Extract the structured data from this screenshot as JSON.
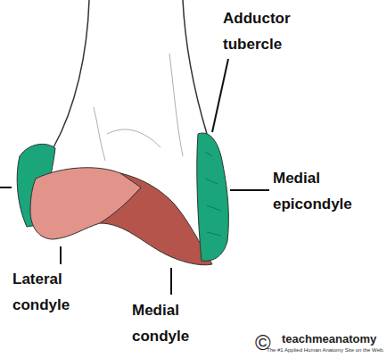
{
  "diagram": {
    "labels": [
      "Adductor tubercle",
      "Medial epicondyle",
      "Lateral condyle",
      "Medial condyle",
      "©",
      "teachmeanatomy",
      "The #1 Applied Human Anatomy Site on the Web."
    ]
  }
}
